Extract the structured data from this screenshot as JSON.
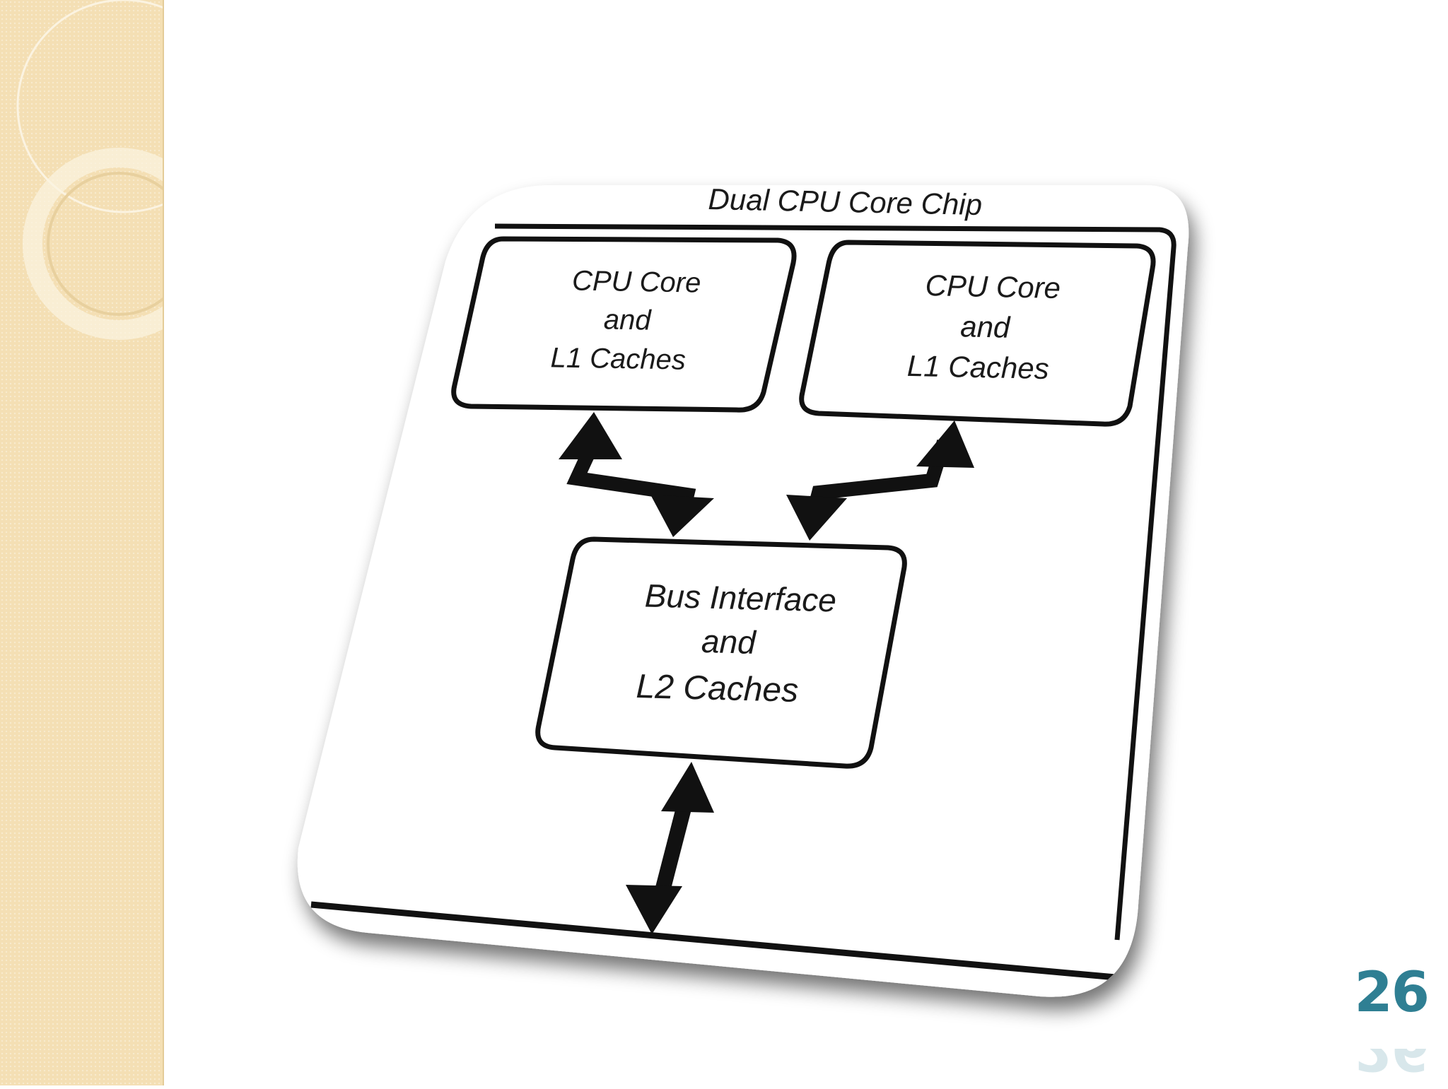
{
  "slide": {
    "page_number": "26"
  },
  "diagram": {
    "chip_title": "Dual CPU Core Chip",
    "core_left": {
      "lines": [
        "CPU Core",
        "and",
        "L1 Caches"
      ]
    },
    "core_right": {
      "lines": [
        "CPU Core",
        "and",
        "L1 Caches"
      ]
    },
    "bus": {
      "lines": [
        "Bus Interface",
        "and",
        "L2 Caches"
      ]
    }
  },
  "colors": {
    "band": "#f4dfb4",
    "ink": "#111111",
    "page_number": "#2f7f93"
  }
}
